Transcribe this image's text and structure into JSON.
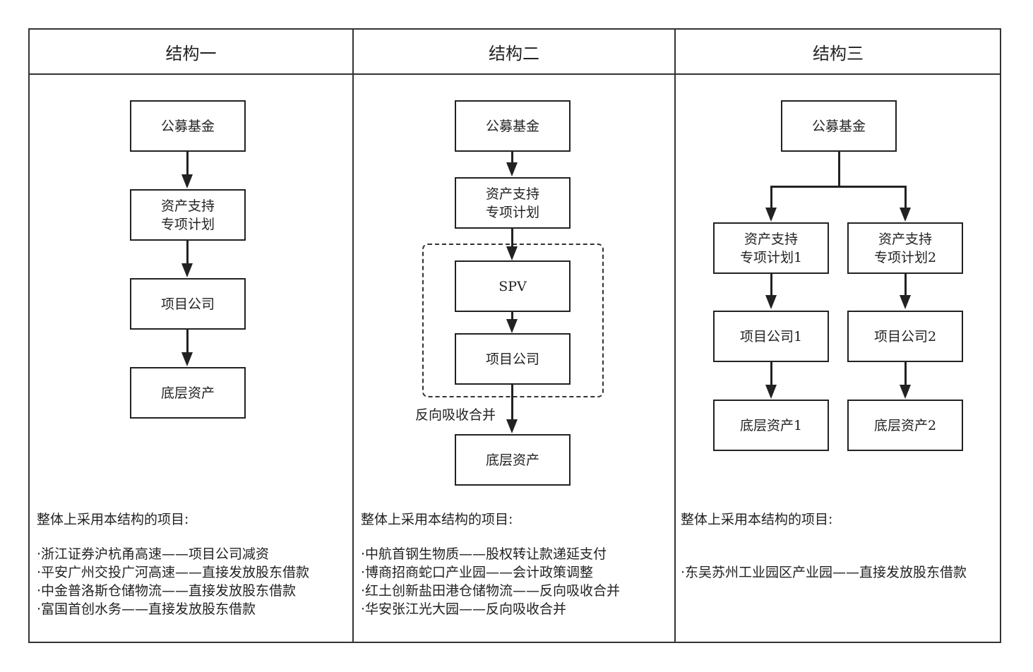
{
  "structures": [
    {
      "header": "结构一",
      "nodes": {
        "fund": "公募基金",
        "abs": "资产支持\n专项计划",
        "company": "项目公司",
        "asset": "底层资产"
      },
      "projects_title": "整体上采用本结构的项目:",
      "projects": [
        "·浙江证券沪杭甬高速——项目公司减资",
        "·平安广州交投广河高速——直接发放股东借款",
        "·中金普洛斯仓储物流——直接发放股东借款",
        "·富国首创水务——直接发放股东借款"
      ]
    },
    {
      "header": "结构二",
      "nodes": {
        "fund": "公募基金",
        "abs": "资产支持\n专项计划",
        "spv": "SPV",
        "company": "项目公司",
        "asset": "底层资产"
      },
      "edge_label": "反向吸收合并",
      "projects_title": "整体上采用本结构的项目:",
      "projects": [
        "·中航首钢生物质——股权转让款递延支付",
        "·博商招商蛇口产业园——会计政策调整",
        "·红土创新盐田港仓储物流——反向吸收合并",
        "·华安张江光大园——反向吸收合并"
      ]
    },
    {
      "header": "结构三",
      "nodes": {
        "fund": "公募基金",
        "abs1": "资产支持\n专项计划1",
        "abs2": "资产支持\n专项计划2",
        "company1": "项目公司1",
        "company2": "项目公司2",
        "asset1": "底层资产1",
        "asset2": "底层资产2"
      },
      "projects_title": "整体上采用本结构的项目:",
      "projects": [
        "·东吴苏州工业园区产业园——直接发放股东借款"
      ]
    }
  ],
  "colors": {
    "border": "#333333",
    "node_border": "#222222",
    "text": "#222222",
    "background": "#ffffff"
  }
}
